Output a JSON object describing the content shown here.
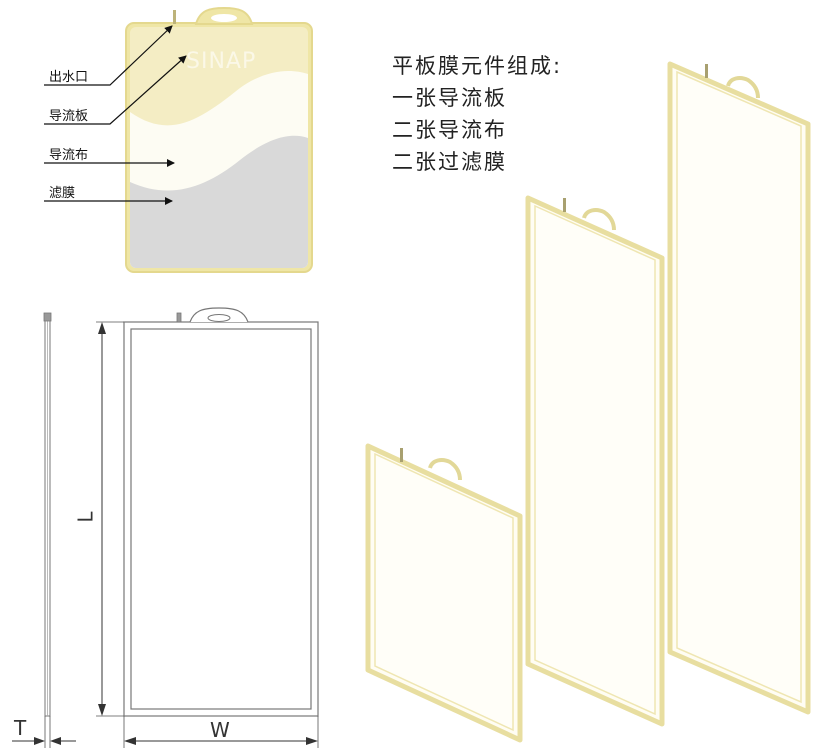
{
  "callouts": {
    "outlet": "出水口",
    "guide_plate": "导流板",
    "guide_cloth": "导流布",
    "membrane": "滤膜"
  },
  "brand_watermark": "SINAP",
  "composition": {
    "title": "平板膜元件组成:",
    "line1": "一张导流板",
    "line2": "二张导流布",
    "line3": "二张过滤膜"
  },
  "dimensions": {
    "length": "L",
    "width": "W",
    "thickness": "T"
  },
  "colors": {
    "frame_yellow": "#efe6a6",
    "frame_edge": "#d9cd7e",
    "layer_cream": "#f7f2d2",
    "layer_white": "#fdfcf5",
    "layer_gray": "#d8d8d8",
    "line_gray": "#666666"
  }
}
